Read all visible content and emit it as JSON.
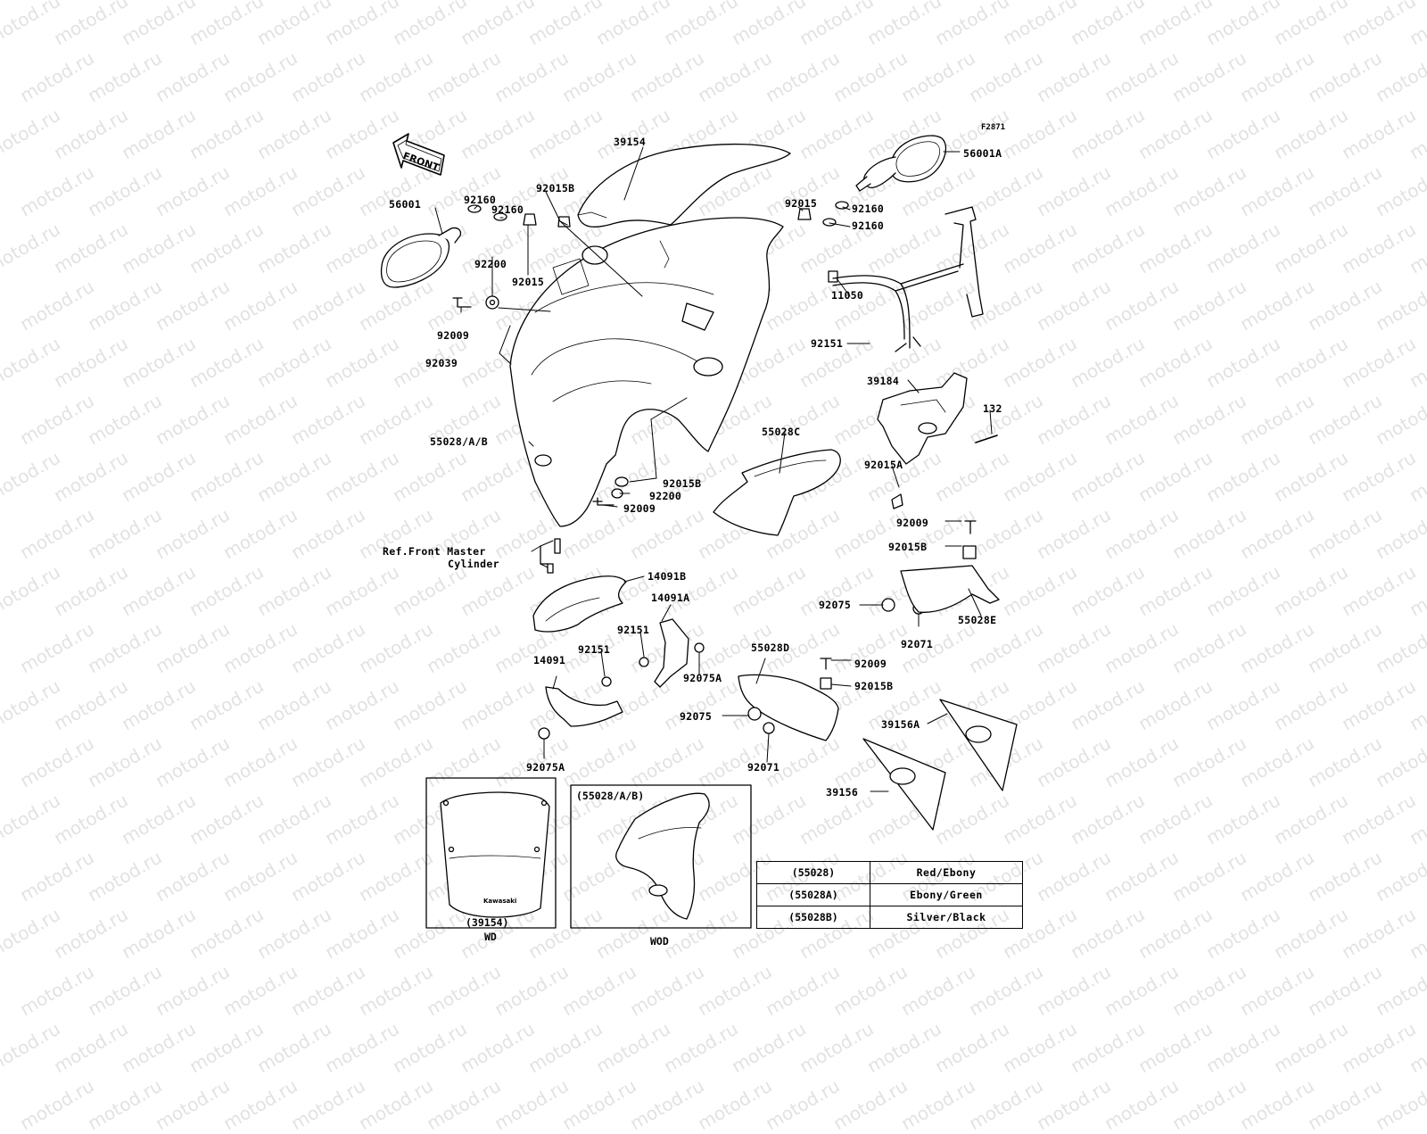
{
  "figure_code": "F2871",
  "watermark": "motod.ru",
  "front_label": "FRONT",
  "labels": {
    "p39154": "39154",
    "p92015B_top": "92015B",
    "p56001A": "56001A",
    "p56001": "56001",
    "p92160_a": "92160",
    "p92160_b": "92160",
    "p92015_left": "92015",
    "p92015_right": "92015",
    "p92160_c": "92160",
    "p92160_d": "92160",
    "p92200_top": "92200",
    "p11050": "11050",
    "p92009_top": "92009",
    "p92151_right": "92151",
    "p92039": "92039",
    "p39184": "39184",
    "p132": "132",
    "p55028AB": "55028/A/B",
    "p55028C": "55028C",
    "p92015A": "92015A",
    "p92015B_mid": "92015B",
    "p92200_mid": "92200",
    "p92009_mid": "92009",
    "p92009_right": "92009",
    "p92015B_right": "92015B",
    "ref_line1": "Ref.Front Master",
    "ref_line2": "Cylinder",
    "p14091B": "14091B",
    "p14091A": "14091A",
    "p92075_right": "92075",
    "p55028E": "55028E",
    "p92071_right": "92071",
    "p92151_a": "92151",
    "p92151_b": "92151",
    "p14091": "14091",
    "p92075A_a": "92075A",
    "p55028D": "55028D",
    "p92009_low": "92009",
    "p92015B_low": "92015B",
    "p92075_low": "92075",
    "p39156A": "39156A",
    "p92071_low": "92071",
    "p92075A_b": "92075A",
    "p39156": "39156"
  },
  "inset_wd": {
    "part": "(39154)",
    "caption": "WD",
    "logo": "Kawasaki"
  },
  "inset_wod": {
    "part": "(55028/A/B)",
    "caption": "WOD"
  },
  "color_table": [
    {
      "part": "(55028)",
      "color": "Red/Ebony"
    },
    {
      "part": "(55028A)",
      "color": "Ebony/Green"
    },
    {
      "part": "(55028B)",
      "color": "Silver/Black"
    }
  ]
}
